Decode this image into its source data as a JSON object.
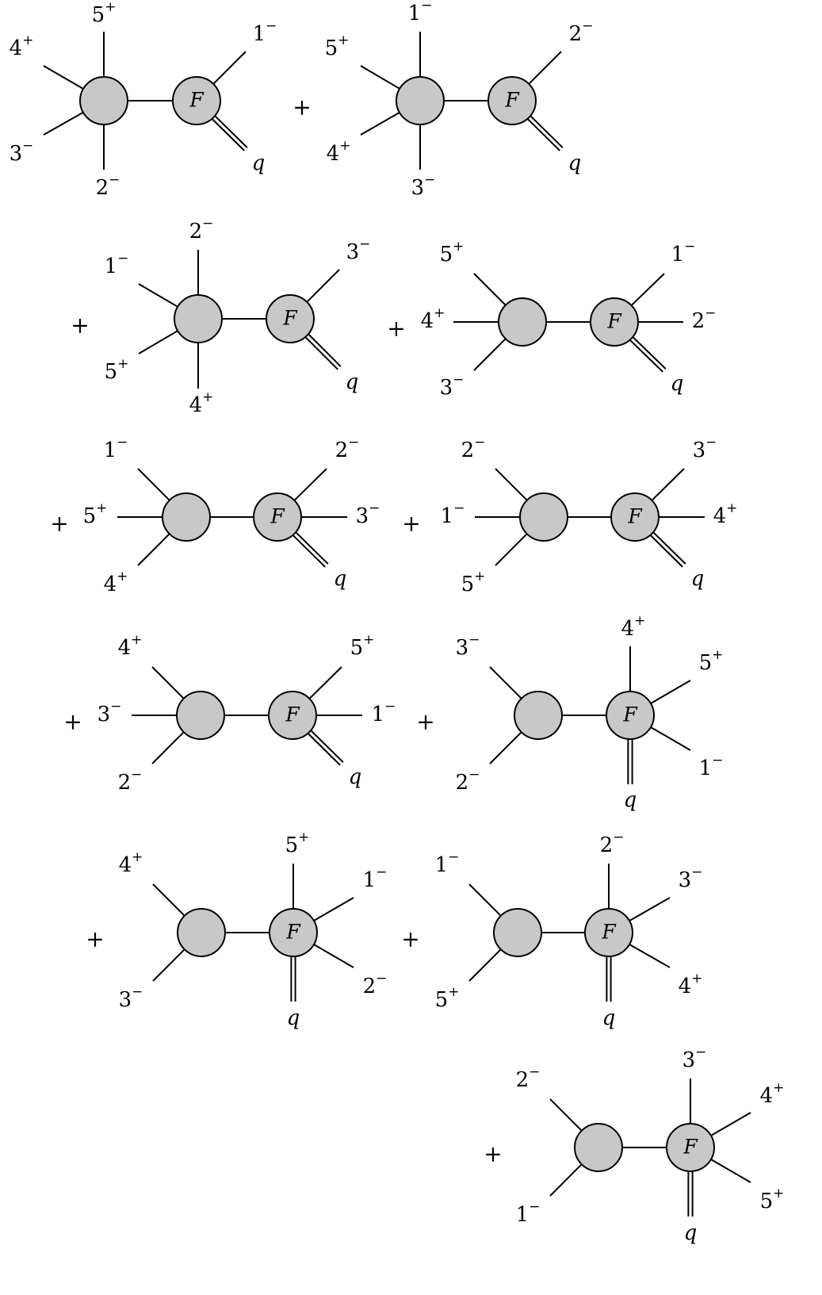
{
  "form_factor_label": "F",
  "offshell_label": "q",
  "plus_sign": "+",
  "colors": {
    "blob_fill": "#c8c8c8",
    "stroke": "#000000",
    "background": "#ffffff"
  },
  "diagrams": [
    {
      "left_legs": [
        {
          "n": "5",
          "h": "+"
        },
        {
          "n": "4",
          "h": "+"
        },
        {
          "n": "3",
          "h": "−"
        },
        {
          "n": "2",
          "h": "−"
        }
      ],
      "right_legs": [
        {
          "n": "1",
          "h": "−"
        }
      ]
    },
    {
      "left_legs": [
        {
          "n": "1",
          "h": "−"
        },
        {
          "n": "5",
          "h": "+"
        },
        {
          "n": "4",
          "h": "+"
        },
        {
          "n": "3",
          "h": "−"
        }
      ],
      "right_legs": [
        {
          "n": "2",
          "h": "−"
        }
      ]
    },
    {
      "left_legs": [
        {
          "n": "2",
          "h": "−"
        },
        {
          "n": "1",
          "h": "−"
        },
        {
          "n": "5",
          "h": "+"
        },
        {
          "n": "4",
          "h": "+"
        }
      ],
      "right_legs": [
        {
          "n": "3",
          "h": "−"
        }
      ]
    },
    {
      "left_legs": [
        {
          "n": "5",
          "h": "+"
        },
        {
          "n": "4",
          "h": "+"
        },
        {
          "n": "3",
          "h": "−"
        }
      ],
      "right_legs": [
        {
          "n": "1",
          "h": "−"
        },
        {
          "n": "2",
          "h": "−"
        }
      ]
    },
    {
      "left_legs": [
        {
          "n": "1",
          "h": "−"
        },
        {
          "n": "5",
          "h": "+"
        },
        {
          "n": "4",
          "h": "+"
        }
      ],
      "right_legs": [
        {
          "n": "2",
          "h": "−"
        },
        {
          "n": "3",
          "h": "−"
        }
      ]
    },
    {
      "left_legs": [
        {
          "n": "2",
          "h": "−"
        },
        {
          "n": "1",
          "h": "−"
        },
        {
          "n": "5",
          "h": "+"
        }
      ],
      "right_legs": [
        {
          "n": "3",
          "h": "−"
        },
        {
          "n": "4",
          "h": "+"
        }
      ]
    },
    {
      "left_legs": [
        {
          "n": "4",
          "h": "+"
        },
        {
          "n": "3",
          "h": "−"
        },
        {
          "n": "2",
          "h": "−"
        }
      ],
      "right_legs": [
        {
          "n": "5",
          "h": "+"
        },
        {
          "n": "1",
          "h": "−"
        }
      ]
    },
    {
      "left_legs": [
        {
          "n": "3",
          "h": "−"
        },
        {
          "n": "2",
          "h": "−"
        }
      ],
      "right_legs": [
        {
          "n": "4",
          "h": "+"
        },
        {
          "n": "5",
          "h": "+"
        },
        {
          "n": "1",
          "h": "−"
        }
      ]
    },
    {
      "left_legs": [
        {
          "n": "4",
          "h": "+"
        },
        {
          "n": "3",
          "h": "−"
        }
      ],
      "right_legs": [
        {
          "n": "5",
          "h": "+"
        },
        {
          "n": "1",
          "h": "−"
        },
        {
          "n": "2",
          "h": "−"
        }
      ]
    },
    {
      "left_legs": [
        {
          "n": "1",
          "h": "−"
        },
        {
          "n": "5",
          "h": "+"
        }
      ],
      "right_legs": [
        {
          "n": "2",
          "h": "−"
        },
        {
          "n": "3",
          "h": "−"
        },
        {
          "n": "4",
          "h": "+"
        }
      ]
    },
    {
      "left_legs": [
        {
          "n": "2",
          "h": "−"
        },
        {
          "n": "1",
          "h": "−"
        }
      ],
      "right_legs": [
        {
          "n": "3",
          "h": "−"
        },
        {
          "n": "4",
          "h": "+"
        },
        {
          "n": "5",
          "h": "+"
        }
      ]
    }
  ]
}
